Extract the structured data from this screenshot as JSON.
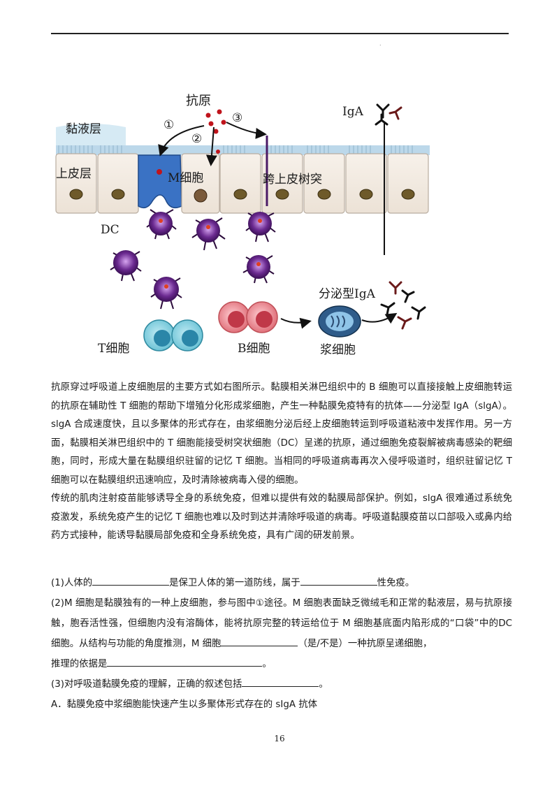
{
  "figure": {
    "labels": {
      "antigen": "抗原",
      "mucus_layer": "黏液层",
      "epithelium": "上皮层",
      "m_cell": "M细胞",
      "transepithelial_dendrite": "跨上皮树突",
      "dc": "DC",
      "iga": "IgA",
      "secretory_iga": "分泌型IgA",
      "t_cell": "T细胞",
      "b_cell": "B细胞",
      "plasma_cell": "浆细胞",
      "route1": "①",
      "route2": "②",
      "route3": "③"
    },
    "colors": {
      "dc_purple": "#5a1f7a",
      "m_cell_blue": "#2f66b8",
      "t_cell_teal": "#2f9db8",
      "b_cell_red": "#e0707a",
      "antigen_red": "#c0141c"
    }
  },
  "passage": {
    "p1": "抗原穿过呼吸道上皮细胞层的主要方式如右图所示。黏膜相关淋巴组织中的 B 细胞可以直接接触上皮细胞转运的抗原在辅助性 T 细胞的帮助下增殖分化形成浆细胞，产生一种黏膜免疫特有的抗体——分泌型 IgA（slgA）。slgA 合成速度快，且以多聚体的形式存在，由浆细胞分泌后经上皮细胞转运到呼吸道粘液中发挥作用。另一方面，黏膜相关淋巴组织中的 T 细胞能接受树突状细胞（DC）呈递的抗原，通过细胞免疫裂解被病毒感染的靶细胞，同时，形成大量在黏膜组织驻留的记忆 T 细胞。当相同的呼吸道病毒再次入侵呼吸道时，组织驻留记忆 T 细胞可以在黏膜组织迅速响应，及时清除被病毒入侵的细胞。",
    "p2": "传统的肌肉注射疫苗能够诱导全身的系统免疫，但难以提供有效的黏膜局部保护。例如，slgA 很难通过系统免疫激发，系统免疫产生的记忆 T 细胞也难以及时到达并清除呼吸道的病毒。呼吸道黏膜疫苗以口部吸入或鼻内给药方式接种，能诱导黏膜局部免疫和全身系统免疫，具有广阔的研发前景。"
  },
  "questions": {
    "q1_a": "(1)人体的",
    "q1_b": "是保卫人体的第一道防线，属于",
    "q1_c": "性免疫。",
    "q2_text": "(2)M 细胞是黏膜独有的一种上皮细胞，参与图中①途径。M 细胞表面缺乏微绒毛和正常的黏液层，易与抗原接触，胞吞活性强，但细胞内没有溶酶体，能将抗原完整的转运给位于 M 细胞基底面内陷形成的“口袋”中的DC 细胞。从结构与功能的角度推测，M 细胞",
    "q2_b": "（是/不是）一种抗原呈递细胞，",
    "q2_c": "推理的依据是",
    "q2_d": "。",
    "q3_a": "(3)对呼吸道黏膜免疫的理解，正确的叙述包括",
    "q3_b": "。",
    "optA": "A．黏膜免疫中浆细胞能快速产生以多聚体形式存在的 sIgA 抗体"
  },
  "page_number": "16"
}
